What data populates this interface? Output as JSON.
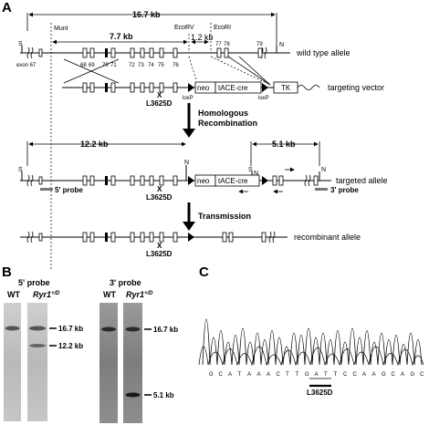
{
  "panels": {
    "a": "A",
    "b": "B",
    "c": "C"
  },
  "map": {
    "top_size": "16.7 kb",
    "mid_size": "7.7 kb",
    "small_size": "1.2 kb",
    "munI": "MunI",
    "ecoRV": "EcoRV",
    "ecoRI": "EcoRI",
    "s_label": "S",
    "n_label": "N",
    "exon_label": "exon 67",
    "exon_numbers": [
      "68",
      "69",
      "70",
      "71",
      "72",
      "73",
      "74",
      "75",
      "76",
      "77",
      "78",
      "79"
    ],
    "wild_type": "wild type allele",
    "targeting_vector": "targeting vector",
    "neo": "neo",
    "ace_cre": "tACE-cre",
    "tk": "TK",
    "loxp": "loxP",
    "mutation": "L3625D",
    "x_mark": "X",
    "homologous": "Homologous",
    "recombination": "Recombination",
    "size_12": "12.2 kb",
    "size_5": "5.1 kb",
    "targeted": "targeted allele",
    "probe5": "5' probe",
    "probe3": "3' probe",
    "transmission": "Transmission",
    "recombinant": "recombinant allele"
  },
  "blots": {
    "probe5_title": "5' probe",
    "probe3_title": "3' probe",
    "wt": "WT",
    "mutant": "Ryr1",
    "mutant_sup": "+/D",
    "band_16": "16.7 kb",
    "band_12": "12.2 kb",
    "band_5": "5.1 kb"
  },
  "sequence": {
    "bases": [
      "G",
      "C",
      "A",
      "T",
      "A",
      "A",
      "A",
      "C",
      "T",
      "T",
      "G",
      "A",
      "T",
      "T",
      "C",
      "C",
      "A",
      "A",
      "G",
      "C",
      "A",
      "G",
      "C"
    ],
    "mutation_label": "L3625D"
  }
}
